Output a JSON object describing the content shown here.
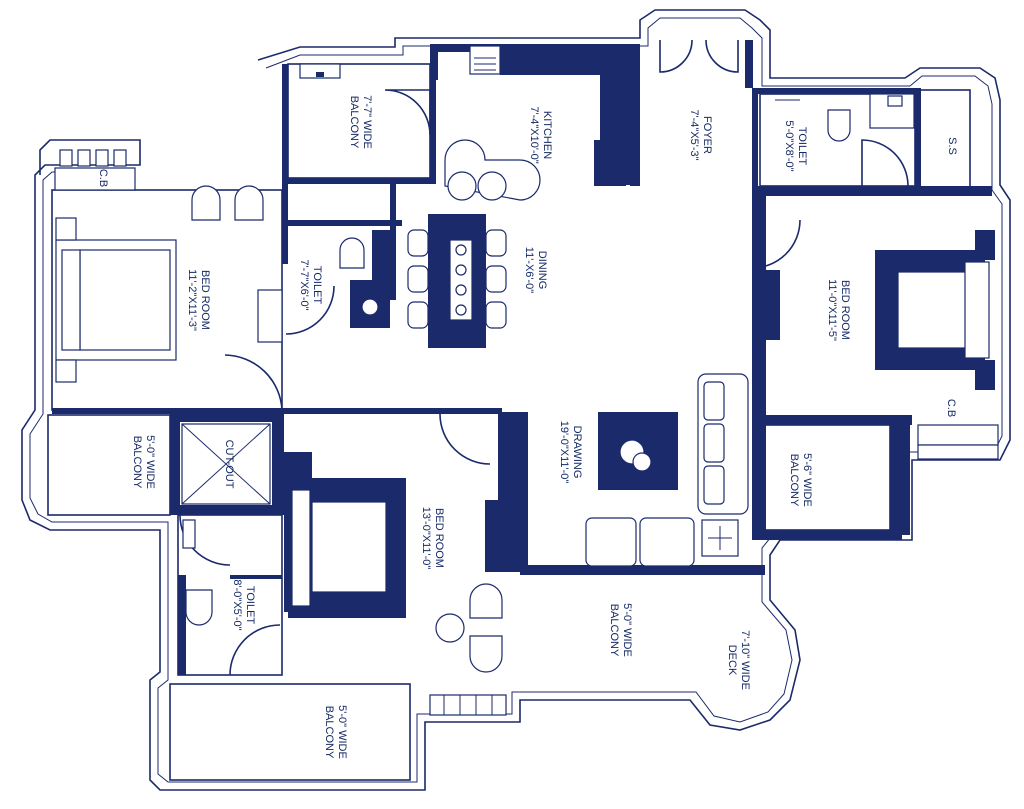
{
  "colors": {
    "wall": "#1b2a6b",
    "background": "#ffffff"
  },
  "rooms": {
    "kitchen": {
      "name": "KITCHEN",
      "size": "7'-4\"X10'-0\""
    },
    "foyer": {
      "name": "FOYER",
      "size": "7'-4\"X5'-3\""
    },
    "toilet_top": {
      "name": "TOILET",
      "size": "5'-0\"X8'-0\""
    },
    "ss": {
      "name": "S.S"
    },
    "balcony_77": {
      "line1": "7'-7\" WIDE",
      "line2": "BALCONY"
    },
    "cb_left": {
      "name": "C.B"
    },
    "bedroom_left": {
      "name": "BED ROOM",
      "size": "11'-2\"X11'-3\""
    },
    "toilet_mid": {
      "name": "TOILET",
      "size": "7'-7\"X6'-0\""
    },
    "dining": {
      "name": "DINING",
      "size": "11'-X6'-0\""
    },
    "bedroom_right": {
      "name": "BED ROOM",
      "size": "11'-0\"X11'-5\""
    },
    "cb_right": {
      "name": "C.B"
    },
    "balcony_50_left": {
      "line1": "5'-0\" WIDE",
      "line2": "BALCONY"
    },
    "cutout": {
      "name": "CUT-OUT"
    },
    "drawing": {
      "name": "DRAWING",
      "size": "19'-0\"X11'-0\""
    },
    "balcony_56": {
      "line1": "5'-6\" WIDE",
      "line2": "BALCONY"
    },
    "bedroom_bottom": {
      "name": "BED ROOM",
      "size": "13'-0\"X11'-0\""
    },
    "toilet_bottom": {
      "name": "TOILET",
      "size": "8'-0\"X5'-0\""
    },
    "balcony_50_mid": {
      "line1": "5'-0\" WIDE",
      "line2": "BALCONY"
    },
    "deck": {
      "line1": "7'-10\" WIDE",
      "line2": "DECK"
    },
    "balcony_50_bottom": {
      "line1": "5'-0\" WIDE",
      "line2": "BALCONY"
    }
  }
}
